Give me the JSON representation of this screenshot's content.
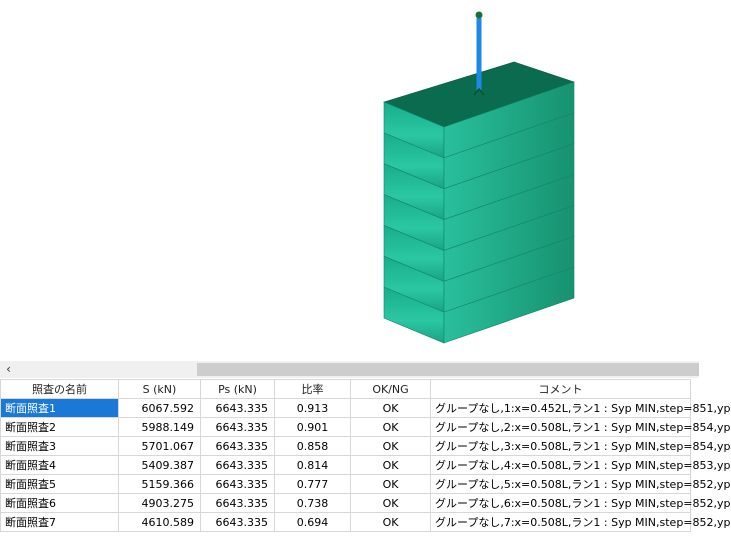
{
  "columns": [
    "照査の名前",
    "S (kN)",
    "Ps (kN)",
    "比率",
    "OK/NG",
    "コメント"
  ],
  "rows": [
    [
      "断面照査1",
      "6067.592",
      "6643.335",
      "0.913",
      "OK",
      "グループなし,1:x=0.452L,ラン1 : Syp MIN,step=851,yp"
    ],
    [
      "断面照査2",
      "5988.149",
      "6643.335",
      "0.901",
      "OK",
      "グループなし,2:x=0.508L,ラン1 : Syp MIN,step=854,yp"
    ],
    [
      "断面照査3",
      "5701.067",
      "6643.335",
      "0.858",
      "OK",
      "グループなし,3:x=0.508L,ラン1 : Syp MIN,step=854,yp"
    ],
    [
      "断面照査4",
      "5409.387",
      "6643.335",
      "0.814",
      "OK",
      "グループなし,4:x=0.508L,ラン1 : Syp MIN,step=853,yp"
    ],
    [
      "断面照査5",
      "5159.366",
      "6643.335",
      "0.777",
      "OK",
      "グループなし,5:x=0.508L,ラン1 : Syp MIN,step=852,yp"
    ],
    [
      "断面照査6",
      "4903.275",
      "6643.335",
      "0.738",
      "OK",
      "グループなし,6:x=0.508L,ラン1 : Syp MIN,step=852,yp"
    ],
    [
      "断面照査7",
      "4610.589",
      "6643.335",
      "0.694",
      "OK",
      "グループなし,7:x=0.508L,ラン1 : Syp MIN,step=852,yp"
    ]
  ],
  "selected_row": 0,
  "scrollbar": {
    "left_arrow_icon": "chevron-left-icon"
  },
  "model": {
    "segments": 7,
    "colors": {
      "front": "#1fa88a",
      "side": "#148a6a",
      "top": "#0b6b4e",
      "axis": "#1e88e5"
    }
  }
}
